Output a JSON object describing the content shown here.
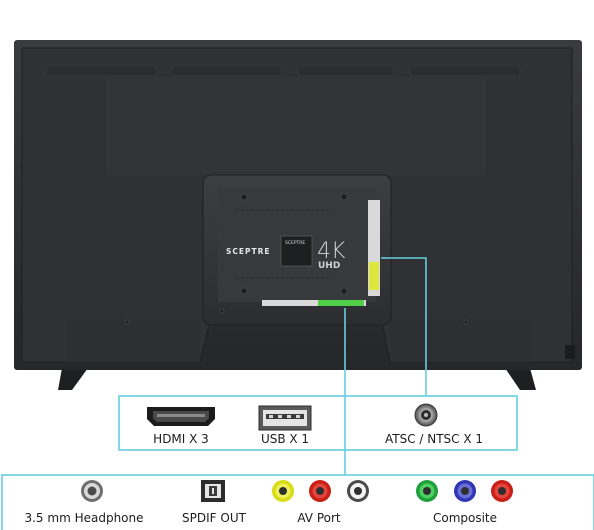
{
  "tv": {
    "brand": "SCEPTRE",
    "badge_brand": "SCEPTRE",
    "resolution": "4K",
    "resolution_sub": "UHD",
    "colors": {
      "body": "#2a2b2d",
      "panel": "#343538",
      "accent_line": "#66cfe0",
      "yellow_port": "#dde63a",
      "green_port": "#4fcf48"
    }
  },
  "ports_top": [
    {
      "icon": "hdmi-port-icon",
      "label": "HDMI X 3"
    },
    {
      "icon": "usb-port-icon",
      "label": "USB X 1"
    },
    {
      "icon": "coax-port-icon",
      "label": "ATSC / NTSC X 1"
    }
  ],
  "ports_bottom": [
    {
      "icon": "headphone-jack-icon",
      "label": "3.5 mm Headphone"
    },
    {
      "icon": "spdif-port-icon",
      "label": "SPDIF OUT"
    },
    {
      "icon": "av-port-icon",
      "label": "AV Port",
      "jacks": [
        "#e6e81e",
        "#d7261e",
        "#f2f2f2"
      ]
    },
    {
      "icon": "composite-port-icon",
      "label": "Composite",
      "jacks": [
        "#27b24a",
        "#4a4fcf",
        "#d7261e"
      ]
    }
  ]
}
